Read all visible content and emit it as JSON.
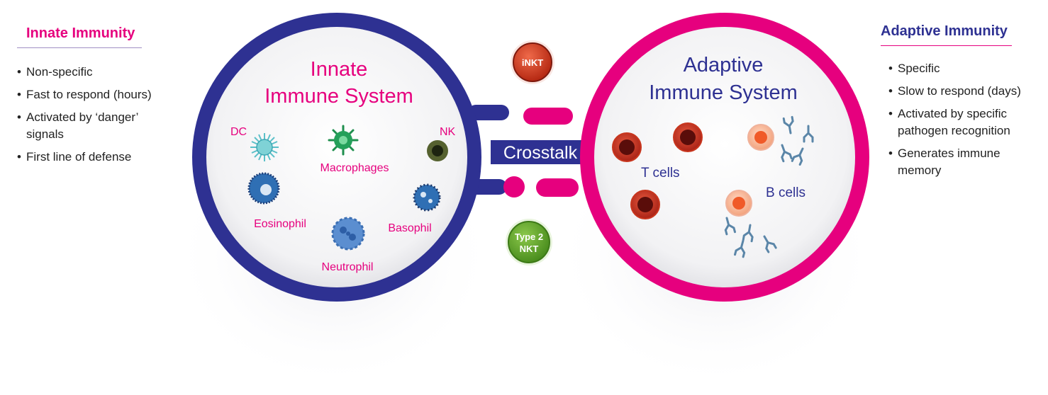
{
  "innate_panel": {
    "title": "Innate Immunity",
    "bullets": [
      "Non-specific",
      "Fast to respond (hours)",
      "Activated by ‘danger’ signals",
      "First line of defense"
    ]
  },
  "adaptive_panel": {
    "title": "Adaptive Immunity",
    "bullets": [
      "Specific",
      "Slow to respond (days)",
      "Activated by specific pathogen recognition",
      "Generates immune memory"
    ]
  },
  "innate_circle": {
    "title_line1": "Innate",
    "title_line2": "Immune System",
    "cells": {
      "dc": "DC",
      "macrophages": "Macrophages",
      "nk": "NK",
      "eosinophil": "Eosinophil",
      "basophil": "Basophil",
      "neutrophil": "Neutrophil"
    }
  },
  "adaptive_circle": {
    "title_line1": "Adaptive",
    "title_line2": "Immune System",
    "t_cells": "T cells",
    "b_cells": "B cells"
  },
  "crosstalk": "Crosstalk",
  "inkt": "iNKT",
  "type2_nkt_line1": "Type 2",
  "type2_nkt_line2": "NKT",
  "colors": {
    "innate": "#2e3192",
    "adaptive": "#e6007e",
    "inkt": "#c8361e",
    "type2": "#5ea52a"
  }
}
